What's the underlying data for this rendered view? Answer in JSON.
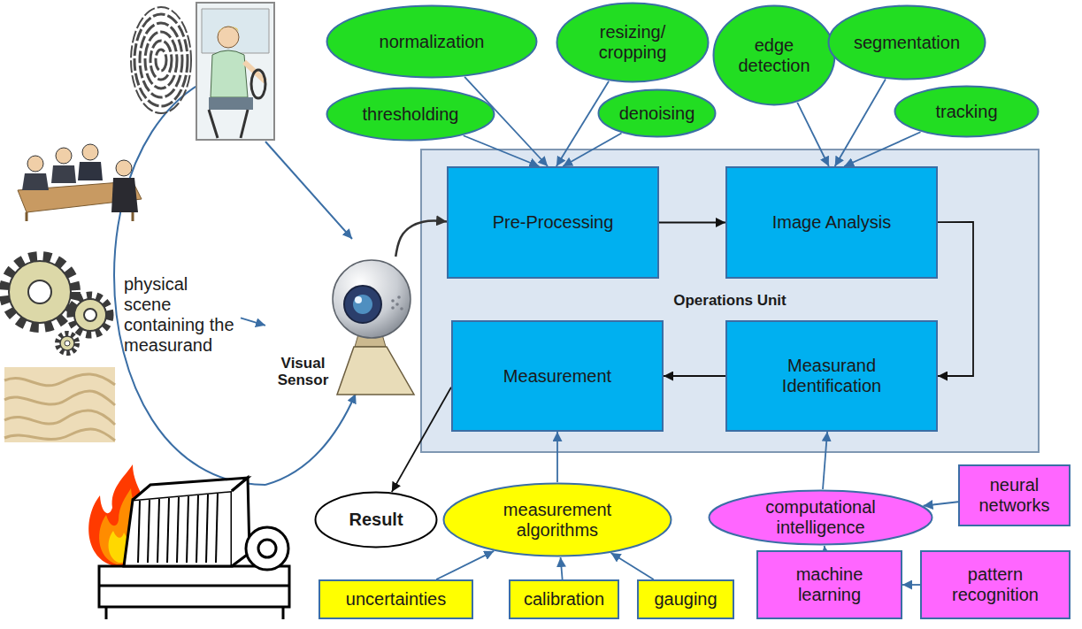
{
  "diagram": {
    "nodes": [
      {
        "text": [
          "physical scene containing the measurand"
        ]
      },
      {
        "text": [
          "Visual Sensor"
        ]
      },
      {
        "text": [
          "normalization"
        ]
      },
      {
        "text": [
          "resizing/ cropping"
        ]
      },
      {
        "text": [
          "edge detection"
        ]
      },
      {
        "text": [
          "segmentation"
        ]
      },
      {
        "text": [
          "thresholding"
        ]
      },
      {
        "text": [
          "denoising"
        ]
      },
      {
        "text": [
          "tracking"
        ]
      },
      {
        "text": [
          "Operations Unit"
        ]
      },
      {
        "text": [
          "Pre-Processing"
        ],
        "in": 9
      },
      {
        "text": [
          "Image Analysis"
        ],
        "in": 9
      },
      {
        "text": [
          "Measurement"
        ],
        "in": 9
      },
      {
        "text": [
          "Measurand Identification"
        ],
        "in": 9
      },
      {
        "text": [
          "Result"
        ]
      },
      {
        "text": [
          "measurement algorithms"
        ]
      },
      {
        "text": [
          "computational intelligence"
        ]
      },
      {
        "text": [
          "neural networks"
        ]
      },
      {
        "text": [
          "machine learning"
        ]
      },
      {
        "text": [
          "pattern recognition"
        ]
      },
      {
        "text": [
          "uncertainties"
        ]
      },
      {
        "text": [
          "calibration"
        ]
      },
      {
        "text": [
          "gauging"
        ]
      }
    ],
    "edges": [
      {
        "from": 0,
        "to": 1,
        "arrow": "to"
      },
      {
        "from": 1,
        "to": 10,
        "arrow": "to"
      },
      {
        "from": 2,
        "to": 10,
        "arrow": "to"
      },
      {
        "from": 3,
        "to": 10,
        "arrow": "to"
      },
      {
        "from": 6,
        "to": 10,
        "arrow": "to"
      },
      {
        "from": 7,
        "to": 10,
        "arrow": "to"
      },
      {
        "from": 4,
        "to": 11,
        "arrow": "to"
      },
      {
        "from": 5,
        "to": 11,
        "arrow": "to"
      },
      {
        "from": 8,
        "to": 11,
        "arrow": "to"
      },
      {
        "from": 10,
        "to": 11,
        "arrow": "to"
      },
      {
        "from": 11,
        "to": 13,
        "arrow": "to"
      },
      {
        "from": 13,
        "to": 12,
        "arrow": "to"
      },
      {
        "from": 12,
        "to": 14,
        "arrow": "to"
      },
      {
        "from": 15,
        "to": 12,
        "arrow": "to"
      },
      {
        "from": 16,
        "to": 13,
        "arrow": "to"
      },
      {
        "from": 17,
        "to": 16,
        "arrow": "to"
      },
      {
        "from": 18,
        "to": 16,
        "arrow": "to"
      },
      {
        "from": 19,
        "to": 18,
        "arrow": "to"
      },
      {
        "from": 20,
        "to": 15,
        "arrow": "to"
      },
      {
        "from": 21,
        "to": 15,
        "arrow": "to"
      },
      {
        "from": 22,
        "to": 15,
        "arrow": "to"
      }
    ]
  }
}
